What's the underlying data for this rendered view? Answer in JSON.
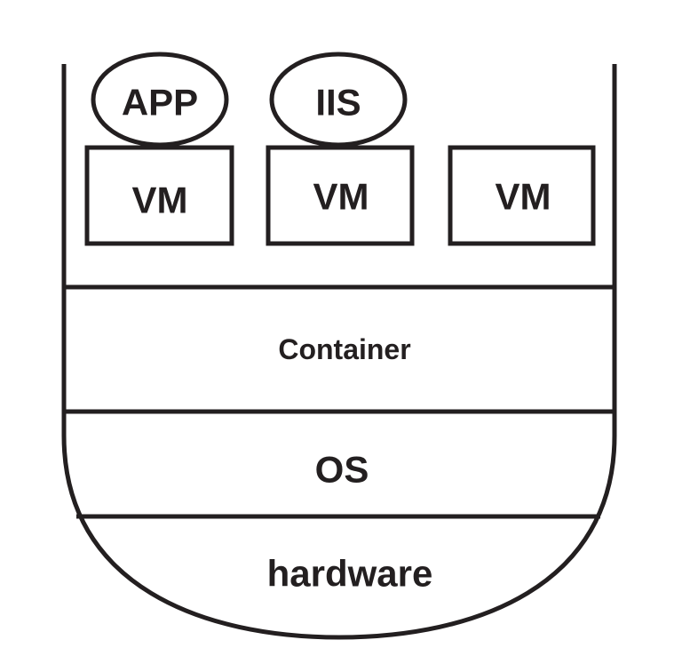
{
  "diagram": {
    "vms": [
      {
        "label": "VM",
        "app": "APP"
      },
      {
        "label": "VM",
        "app": "IIS"
      },
      {
        "label": "VM",
        "app": ""
      }
    ],
    "layers": {
      "container": "Container",
      "os": "OS",
      "hardware": "hardware"
    }
  },
  "colors": {
    "stroke": "#231f20",
    "background": "#ffffff"
  }
}
